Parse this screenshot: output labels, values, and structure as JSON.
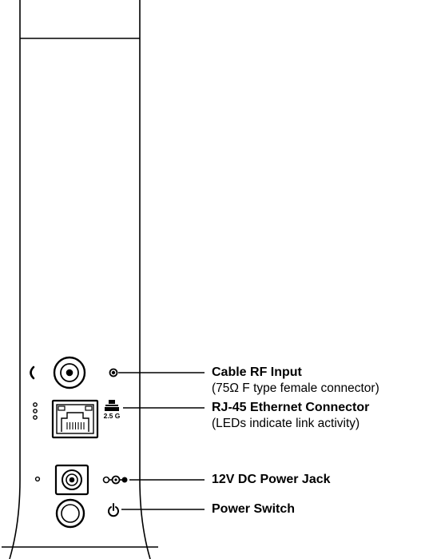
{
  "callouts": [
    {
      "title": "Cable RF Input",
      "subtitle": "(75Ω F type female connector)"
    },
    {
      "title": "RJ-45 Ethernet Connector",
      "subtitle": "(LEDs indicate link activity)"
    },
    {
      "title": "12V DC Power Jack",
      "subtitle": ""
    },
    {
      "title": "Power Switch",
      "subtitle": ""
    }
  ],
  "port_labels": {
    "ethernet_speed": "2.5 G"
  },
  "icons": {
    "coax_port": "coax-icon",
    "ethernet": "ethernet-network-icon",
    "dc_power": "dc-polarity-icon",
    "power": "power-icon"
  },
  "colors": {
    "line": "#000000",
    "background": "#ffffff",
    "port_fill": "#ffffff"
  }
}
